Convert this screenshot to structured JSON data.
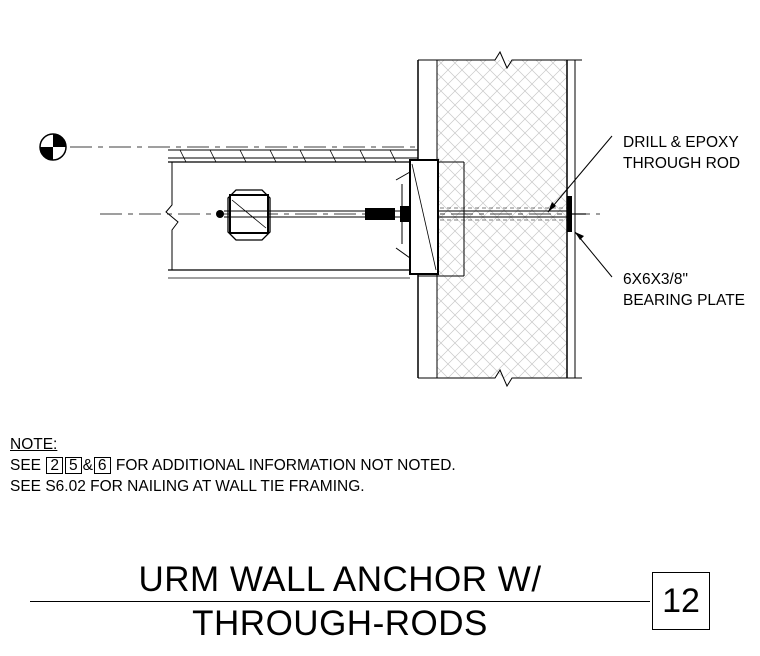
{
  "callouts": {
    "rod_line1": "DRILL & EPOXY",
    "rod_line2": "THROUGH ROD",
    "plate_line1": "6X6X3/8\"",
    "plate_line2": "BEARING PLATE"
  },
  "note": {
    "heading": "NOTE:",
    "line1_prefix": "SEE",
    "ref_a": "2",
    "ref_b": "5",
    "amp": "&",
    "ref_c": "6",
    "line1_suffix": "FOR ADDITIONAL INFORMATION NOT NOTED.",
    "line2": "SEE S6.02 FOR NAILING AT WALL TIE FRAMING."
  },
  "title": {
    "line1": "URM WALL ANCHOR W/",
    "line2": "THROUGH-RODS"
  },
  "detail_number": "12"
}
